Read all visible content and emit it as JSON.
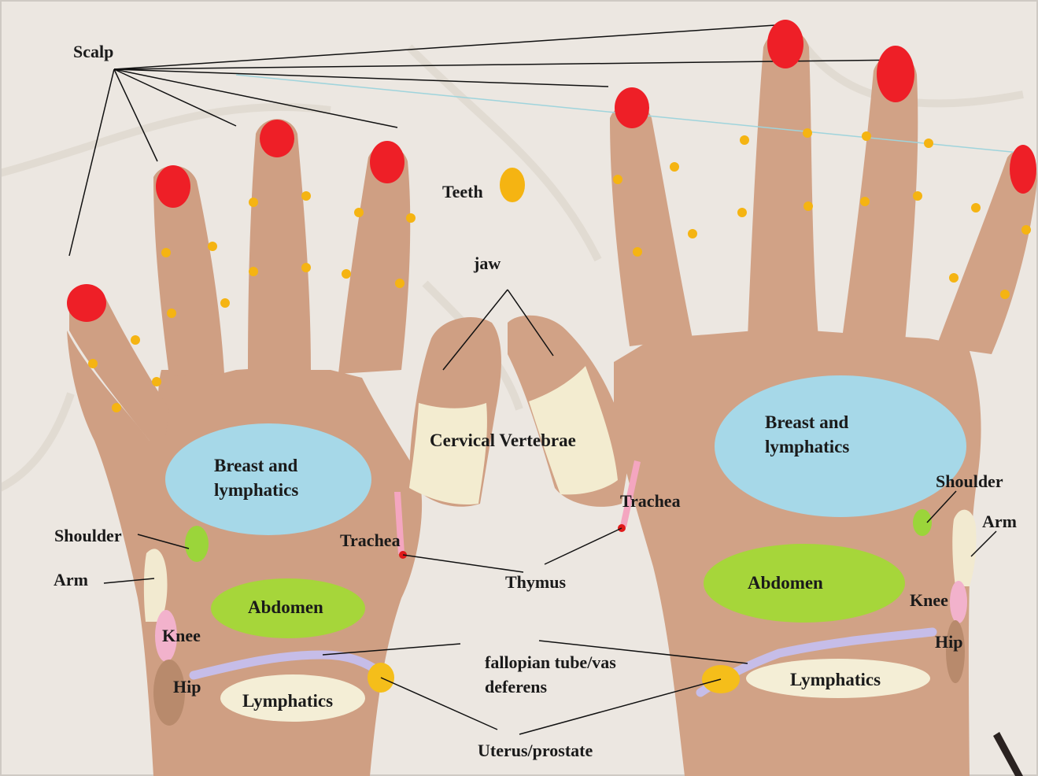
{
  "labels": {
    "scalp": "Scalp",
    "teeth": "Teeth",
    "jaw": "jaw",
    "cervical_vertebrae": "Cervical Vertebrae",
    "breast_left_line1": "Breast and",
    "breast_left_line2": "lymphatics",
    "breast_right_line1": "Breast and",
    "breast_right_line2": "lymphatics",
    "shoulder_left": "Shoulder",
    "shoulder_right": "Shoulder",
    "arm_left": "Arm",
    "arm_right": "Arm",
    "trachea_left": "Trachea",
    "trachea_right": "Trachea",
    "thymus": "Thymus",
    "abdomen_left": "Abdomen",
    "abdomen_right": "Abdomen",
    "knee_left": "Knee",
    "knee_right": "Knee",
    "hip_left": "Hip",
    "hip_right": "Hip",
    "fallopian_line1": "fallopian tube/vas",
    "fallopian_line2": "deferens",
    "lymphatics_left": "Lymphatics",
    "lymphatics_right": "Lymphatics",
    "uterus_prostate": "Uterus/prostate"
  },
  "colors": {
    "background": "#ece7e1",
    "skin": "#cf9f83",
    "scalp_points": "#ee1f27",
    "reflex_dots": "#f5b412",
    "breast_lymphatics": "#a6d8e8",
    "abdomen": "#a6d63a",
    "shoulder": "#9bd53a",
    "cervical_vertebrae": "#f3ecd0",
    "arm": "#f2ead0",
    "knee": "#f2b2cc",
    "hip": "#b88a6c",
    "trachea": "#f4a6c0",
    "thymus": "#e01a1a",
    "fallopian_tube": "#c6bde8",
    "lymphatics": "#f4eed6",
    "uterus_prostate": "#f5be1a",
    "lines": "#111111"
  }
}
